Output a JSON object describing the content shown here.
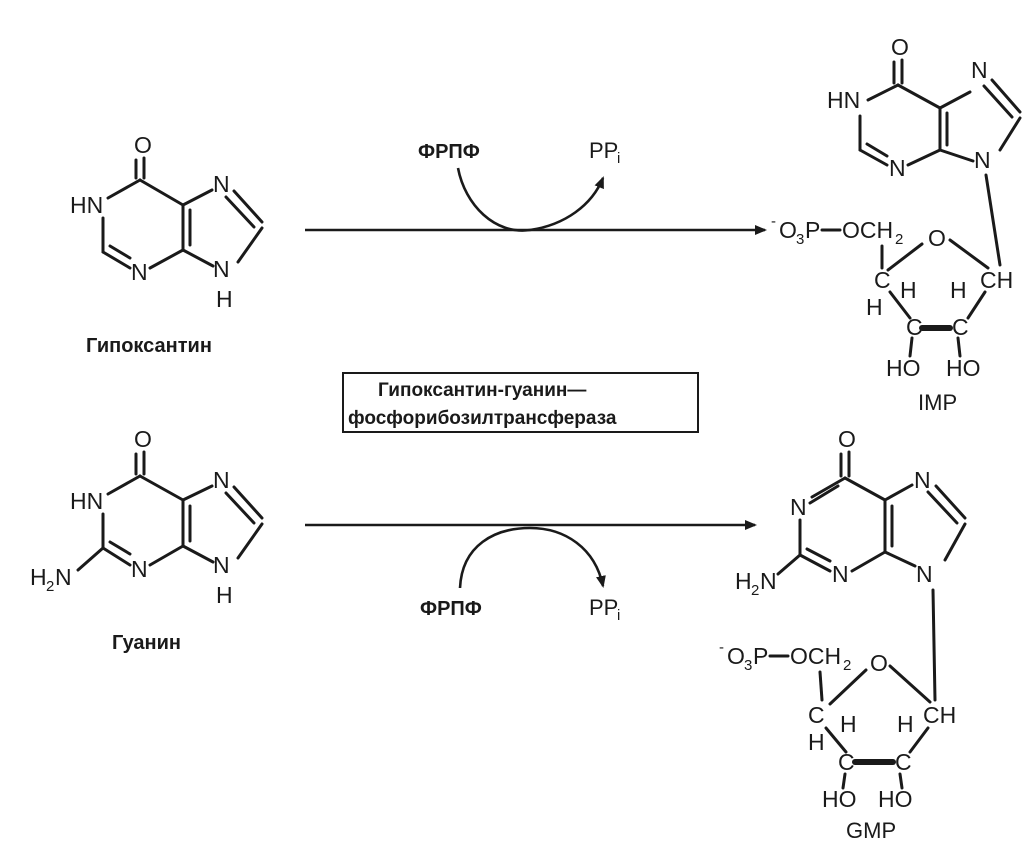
{
  "compounds": {
    "hypoxanthine": {
      "name": "Гипоксантин"
    },
    "guanine": {
      "name": "Гуанин"
    },
    "imp": {
      "name": "IMP"
    },
    "gmp": {
      "name": "GMP"
    }
  },
  "enzyme": {
    "line1": "Гипоксантин-гуанин—",
    "line2": "фосфорибозилтрансфераза"
  },
  "reactions": {
    "top": {
      "cosubstrate": "ФРПФ",
      "byproduct": "PP",
      "byproduct_sub": "i"
    },
    "bottom": {
      "cosubstrate": "ФРПФ",
      "byproduct": "PP",
      "byproduct_sub": "i"
    }
  },
  "atoms": {
    "O": "O",
    "N": "N",
    "HN": "HN",
    "NH": "N",
    "H": "H",
    "H2N": "H",
    "H2N_sub": "2",
    "H2N_N": "N",
    "phos_pre": "O",
    "phos_pre_sub": "3",
    "phos_P": "P",
    "phos_O": "OCH",
    "phos_sub": "2",
    "C": "C",
    "CH": "CH",
    "HO": "HO",
    "minus": "-"
  }
}
